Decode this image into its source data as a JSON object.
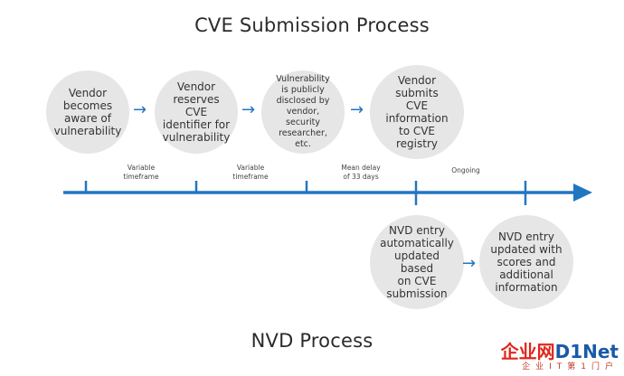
{
  "titles": {
    "top": "CVE Submission Process",
    "bottom": "NVD Process"
  },
  "cve_steps": [
    "Vendor\nbecomes\naware of\nvulnerability",
    "Vendor\nreserves CVE\nidentifier for\nvulnerability",
    "Vulnerability\nis publicly\ndisclosed by\nvendor, security\nresearcher, etc.",
    "Vendor submits\nCVE information\nto CVE registry"
  ],
  "nvd_steps": [
    "NVD entry\nautomatically\nupdated based\non CVE\nsubmission",
    "NVD entry\nupdated with\nscores and\nadditional\ninformation"
  ],
  "periods": [
    "Variable\ntimeframe",
    "Variable\ntimeframe",
    "Mean delay\nof 33 days",
    "Ongoing"
  ],
  "step_arrow_glyph": "→",
  "colors": {
    "timeline": "#2176c2",
    "circle_fill": "#e6e6e6"
  },
  "watermark": {
    "brand_red": "企业网",
    "brand_blue": "D1Net",
    "tagline": "企业IT第1门户"
  }
}
